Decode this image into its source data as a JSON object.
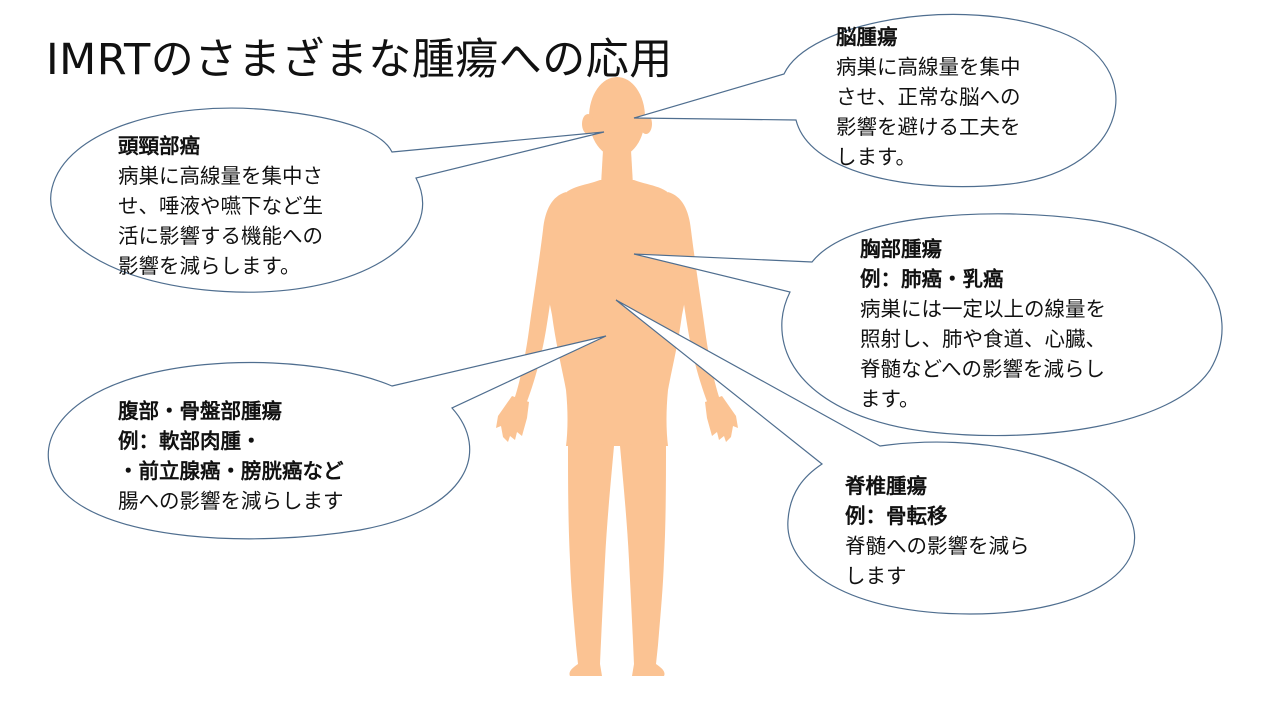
{
  "title": "IMRTのさまざまな腫瘍への応用",
  "colors": {
    "body_silhouette": "#FBC393",
    "callout_border": "#4F6E8F",
    "callout_fill": "#FFFFFF",
    "text": "#111111"
  },
  "callouts": {
    "brain": {
      "heading": "脳腫瘍",
      "lines": [
        "病巣に高線量を集中",
        "させ、正常な脳への",
        "影響を避ける工夫を",
        "します。"
      ]
    },
    "head_neck": {
      "heading": "頭頸部癌",
      "lines": [
        "病巣に高線量を集中さ",
        "せ、唾液や嚥下など生",
        "活に影響する機能への",
        "影響を減らします。"
      ]
    },
    "chest": {
      "heading": "胸部腫瘍",
      "example": "例：肺癌・乳癌",
      "lines": [
        "病巣には一定以上の線量を",
        "照射し、肺や食道、心臓、",
        "脊髄などへの影響を減らし",
        "ます。"
      ]
    },
    "abdomen": {
      "heading": "腹部・骨盤部腫瘍",
      "example": "例：軟部肉腫・",
      "example2": "・前立腺癌・膀胱癌など",
      "lines": [
        "腸への影響を減らします"
      ]
    },
    "spine": {
      "heading": "脊椎腫瘍",
      "example": "例：骨転移",
      "lines": [
        "脊髄への影響を減ら",
        "します"
      ]
    }
  }
}
